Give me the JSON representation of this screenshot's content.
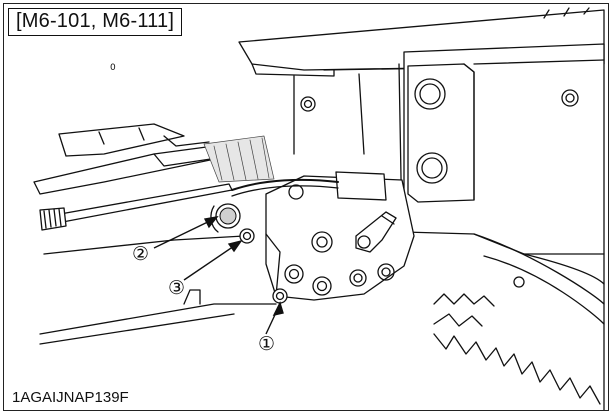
{
  "header": {
    "model_label": "[M6-101, M6-111]"
  },
  "callouts": [
    {
      "id": "1",
      "glyph": "①"
    },
    {
      "id": "2",
      "glyph": "②"
    },
    {
      "id": "3",
      "glyph": "③"
    }
  ],
  "footer": {
    "figure_code": "1AGAIJNAP139F"
  },
  "colors": {
    "line": "#111111",
    "shade": "#e6e6e6",
    "dark": "#444444"
  }
}
